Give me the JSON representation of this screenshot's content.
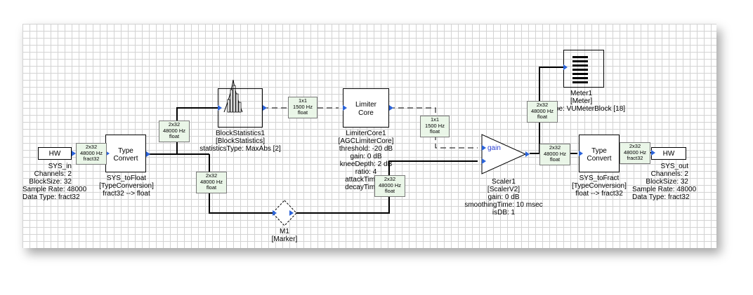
{
  "blocks": {
    "hw_in": {
      "text": "HW",
      "lines": [
        "SYS_in",
        "Channels: 2",
        "BlockSize: 32",
        "Sample Rate: 48000",
        "Data Type: fract32"
      ]
    },
    "to_float": {
      "text1": "Type",
      "text2": "Convert",
      "lines": [
        "SYS_toFloat",
        "[TypeConversion]",
        "fract32 --> float"
      ]
    },
    "block_stats": {
      "lines": [
        "BlockStatistics1",
        "[BlockStatistics]",
        "statisticsType: MaxAbs [2]"
      ]
    },
    "limiter_core": {
      "text1": "Limiter",
      "text2": "Core",
      "lines": [
        "LimiterCore1",
        "[AGCLimiterCore]",
        "threshold: -20 dB",
        "gain: 0 dB",
        "kneeDepth: 2 dB",
        "ratio: 4",
        "attackTime: 2",
        "decayTime: 1"
      ]
    },
    "marker": {
      "lines": [
        "M1",
        "[Marker]"
      ]
    },
    "scaler": {
      "pin_label": "gain",
      "lines": [
        "Scaler1",
        "[ScalerV2]",
        "gain: 0 dB",
        "smoothingTime: 10 msec",
        "isDB: 1"
      ]
    },
    "meter": {
      "lines": [
        "Meter1",
        "[Meter]",
        "ype: VUMeterBlock [18]"
      ]
    },
    "to_fract": {
      "text1": "Type",
      "text2": "Convert",
      "lines": [
        "SYS_toFract",
        "[TypeConversion]",
        "float --> fract32"
      ]
    },
    "hw_out": {
      "text": "HW",
      "lines": [
        "SYS_out",
        "Channels: 2",
        "BlockSize: 32",
        "Sample Rate: 48000",
        "Data Type: fract32"
      ]
    }
  },
  "wire_tags": {
    "in_to_conv": [
      "2x32",
      "48000 Hz",
      "fract32"
    ],
    "conv_to_stats": [
      "2x32",
      "48000 Hz",
      "float"
    ],
    "conv_to_marker": [
      "2x32",
      "48000 Hz",
      "float"
    ],
    "stats_to_limiter": [
      "1x1",
      "1500 Hz",
      "float"
    ],
    "limiter_to_scaler": [
      "1x1",
      "1500 Hz",
      "float"
    ],
    "marker_to_scaler": [
      "2x32",
      "48000 Hz",
      "float"
    ],
    "scaler_to_meter": [
      "2x32",
      "48000 Hz",
      "float"
    ],
    "scaler_to_conv": [
      "2x32",
      "48000 Hz",
      "float"
    ],
    "conv_to_out": [
      "2x32",
      "48000 Hz",
      "fract32"
    ]
  },
  "colors": {
    "pin": "#2b63d9",
    "tag_fill": "#eaf6e8",
    "grid": "#d3d3d3"
  }
}
